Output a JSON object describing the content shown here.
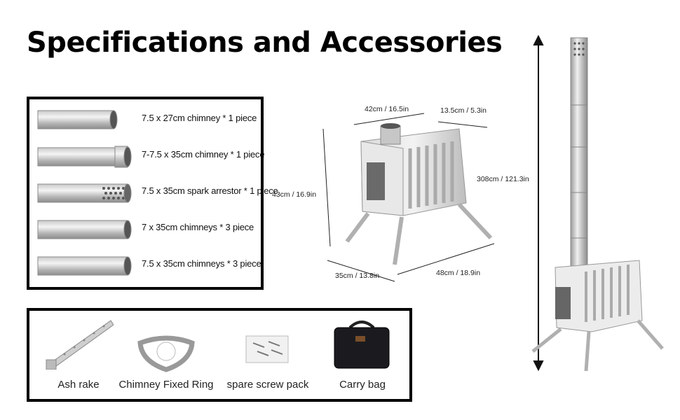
{
  "title": "Specifications and Accessories",
  "chimney_parts": [
    {
      "label": "7.5 x 27cm chimney * 1 piece"
    },
    {
      "label": "7-7.5 x 35cm chimney * 1 piece"
    },
    {
      "label": "7.5 x 35cm spark arrestor * 1 piece"
    },
    {
      "label": "7 x 35cm chimneys * 3 piece"
    },
    {
      "label": "7.5 x 35cm chimneys * 3 piece"
    }
  ],
  "accessories": [
    {
      "label": "Ash rake",
      "icon": "ash-rake-icon"
    },
    {
      "label": "Chimney Fixed Ring",
      "icon": "fixed-ring-icon"
    },
    {
      "label": "spare screw pack",
      "icon": "screw-pack-icon"
    },
    {
      "label": "Carry bag",
      "icon": "carry-bag-icon"
    }
  ],
  "dimensions": {
    "top_width": "42cm / 16.5in",
    "top_depth": "13.5cm / 5.3in",
    "height": "43cm / 16.9in",
    "base_depth": "35cm / 13.8in",
    "base_width": "48cm / 18.9in",
    "total_height": "308cm / 121.3in"
  }
}
